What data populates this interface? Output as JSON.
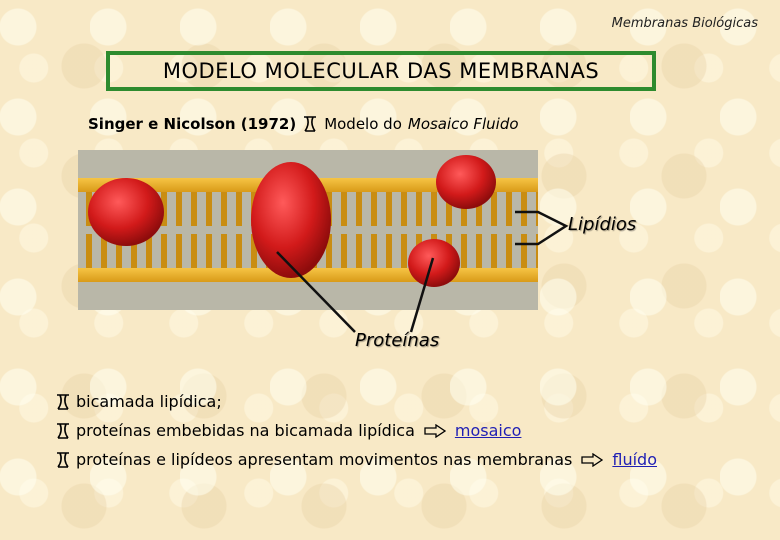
{
  "header": {
    "title": "Membranas Biológicas"
  },
  "title_box": {
    "text": "MODELO MOLECULAR DAS MEMBRANAS"
  },
  "subtitle": {
    "authors": "Singer e Nicolson (1972)",
    "model_prefix": "Modelo do",
    "model_name": "Mosaico Fluido"
  },
  "figure": {
    "labels": {
      "lipids": "Lipídios",
      "proteins": "Proteínas"
    },
    "colors": {
      "background": "#b9b7a8",
      "lipid_head": "#e6a91f",
      "lipid_tail": "#c98d12",
      "protein": "#d21a1a",
      "pointer": "#111111"
    }
  },
  "bullets": [
    {
      "text": "bicamada lipídica;"
    },
    {
      "text": "proteínas embebidas na bicamada lipídica",
      "link": "mosaico"
    },
    {
      "text": "proteínas e lipídeos apresentam movimentos nas membranas",
      "link": "fluído"
    }
  ],
  "icons": {
    "bullet": "wingding-bullet-icon",
    "arrow": "hollow-right-arrow-icon"
  },
  "colors": {
    "border": "#2e8b2e",
    "link": "#1f1fb4",
    "background": "#f8e9c6"
  }
}
